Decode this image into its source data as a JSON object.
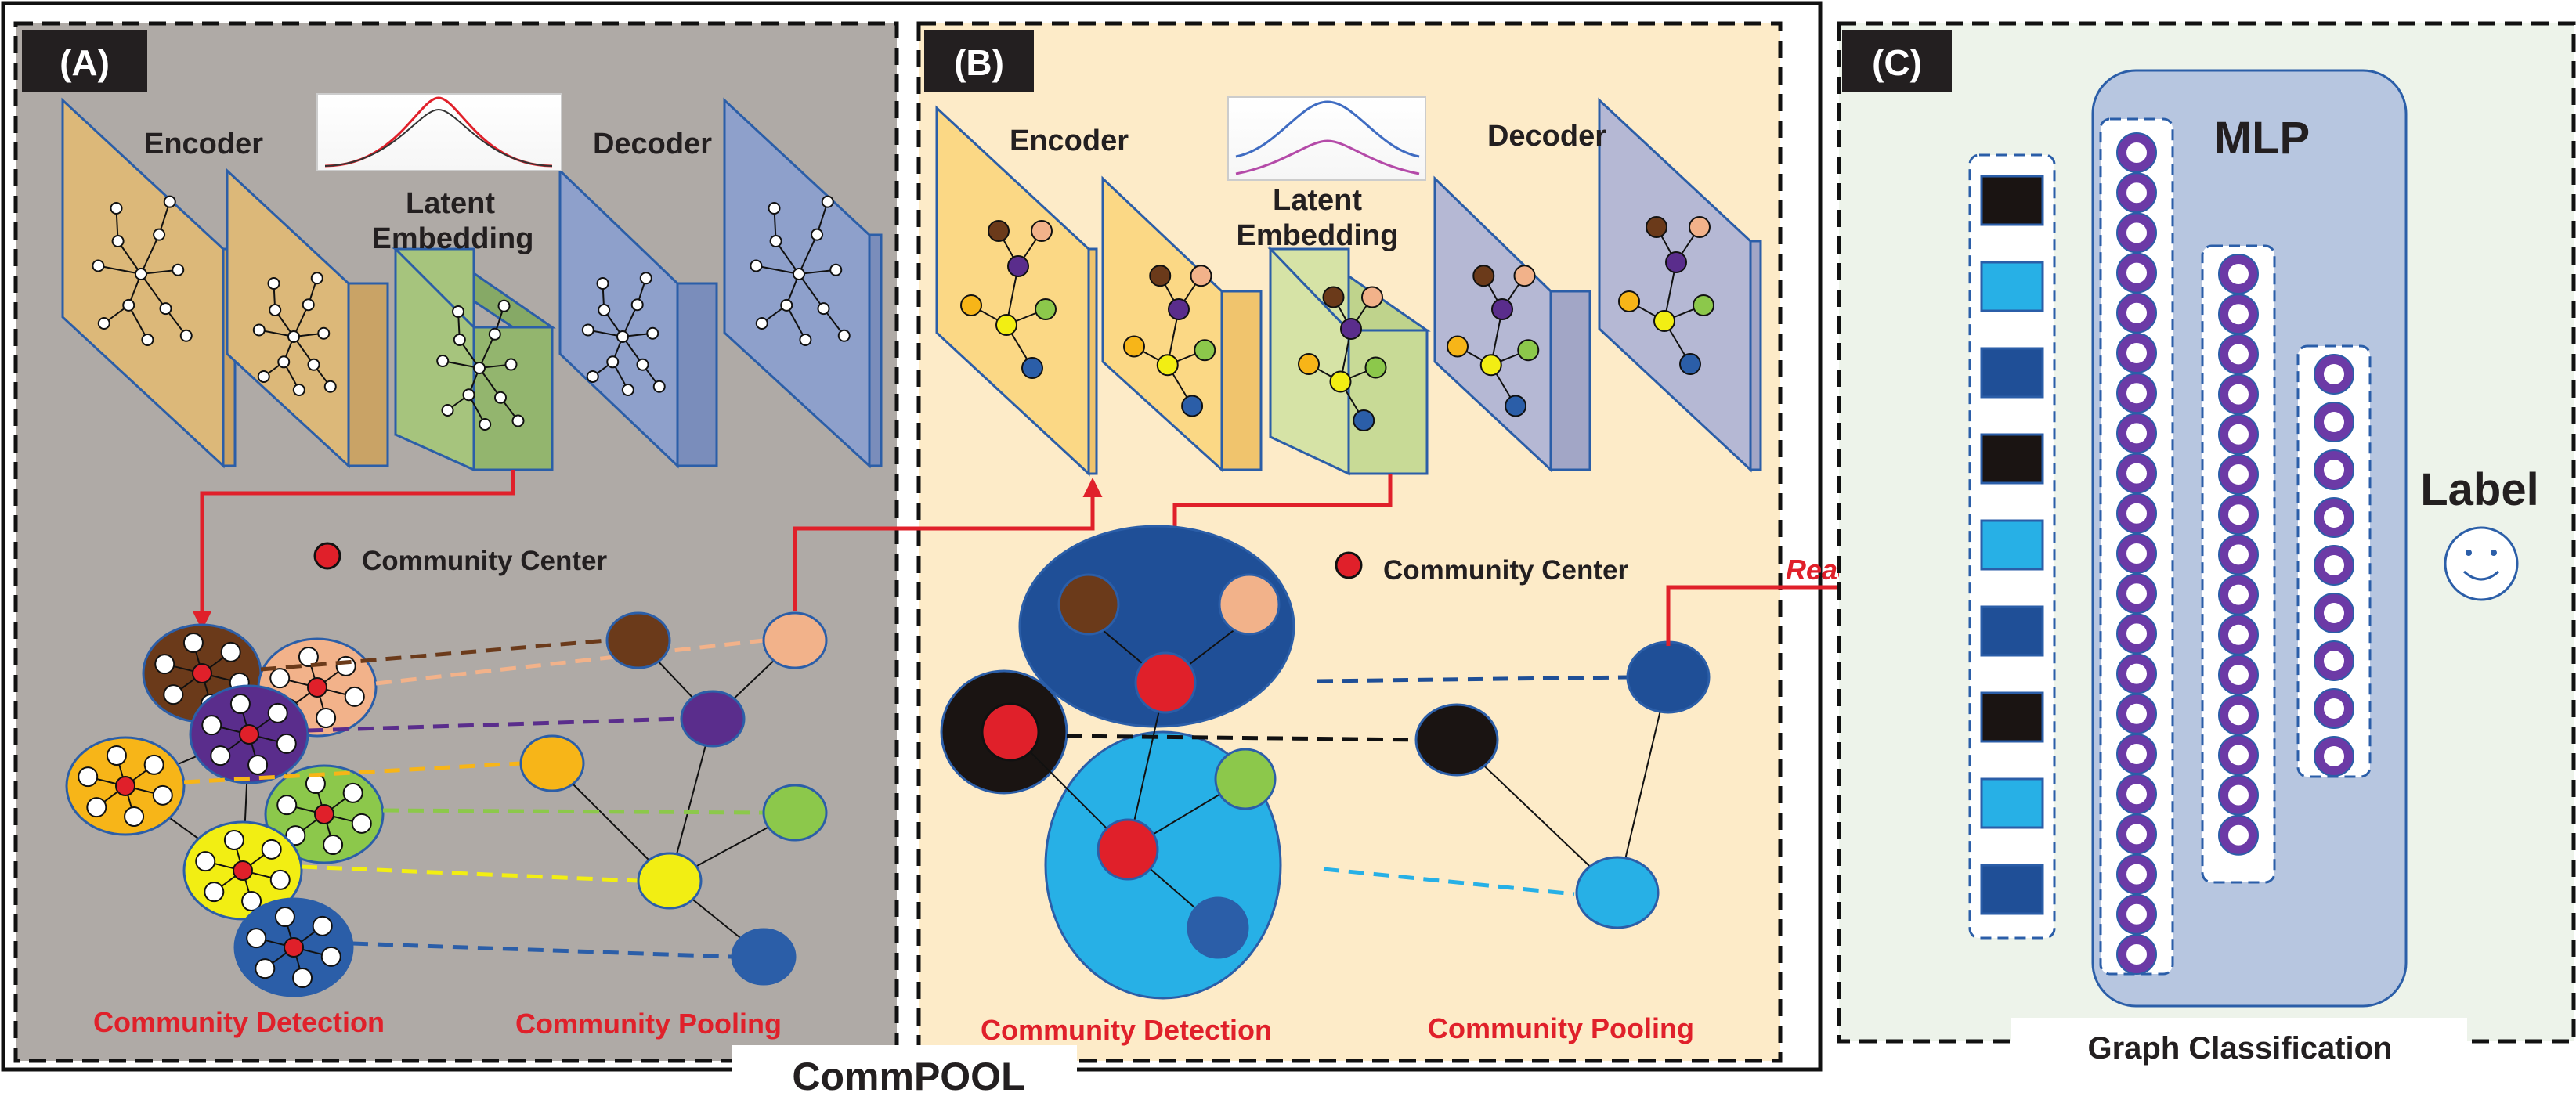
{
  "commpool_label": "CommPOOL",
  "panels": {
    "a": {
      "tag": "(A)",
      "encoder": "Encoder",
      "decoder": "Decoder",
      "latent_line1": "Latent",
      "latent_line2": "Embedding",
      "legend": "Community Center",
      "detection": "Community Detection",
      "pooling": "Community Pooling"
    },
    "b": {
      "tag": "(B)",
      "encoder": "Encoder",
      "decoder": "Decoder",
      "latent_line1": "Latent",
      "latent_line2": "Embedding",
      "legend": "Community Center",
      "detection": "Community Detection",
      "pooling": "Community Pooling",
      "readout": "Readout"
    },
    "c": {
      "tag": "(C)",
      "mlp": "MLP",
      "label": "Label",
      "caption": "Graph Classification",
      "smiley": "smiley-icon"
    }
  },
  "colors": {
    "panel_a_bg": "#afaaa6",
    "panel_b_bg": "#fdebc8",
    "panel_c_bg": "#edf3ea",
    "accent_red": "#e0202a",
    "mlp_fill": "#b7c6e0",
    "ring_purple": "#6c3aa6",
    "brown": "#6b3a1a",
    "peach": "#f2b28a",
    "purple": "#5a2d8c",
    "orange": "#f7b518",
    "green": "#8cc84b",
    "yellow": "#f2ee13",
    "blue": "#2b5ea8",
    "navy": "#1f4f97",
    "cyan": "#27b0e6",
    "black": "#1a1412"
  }
}
